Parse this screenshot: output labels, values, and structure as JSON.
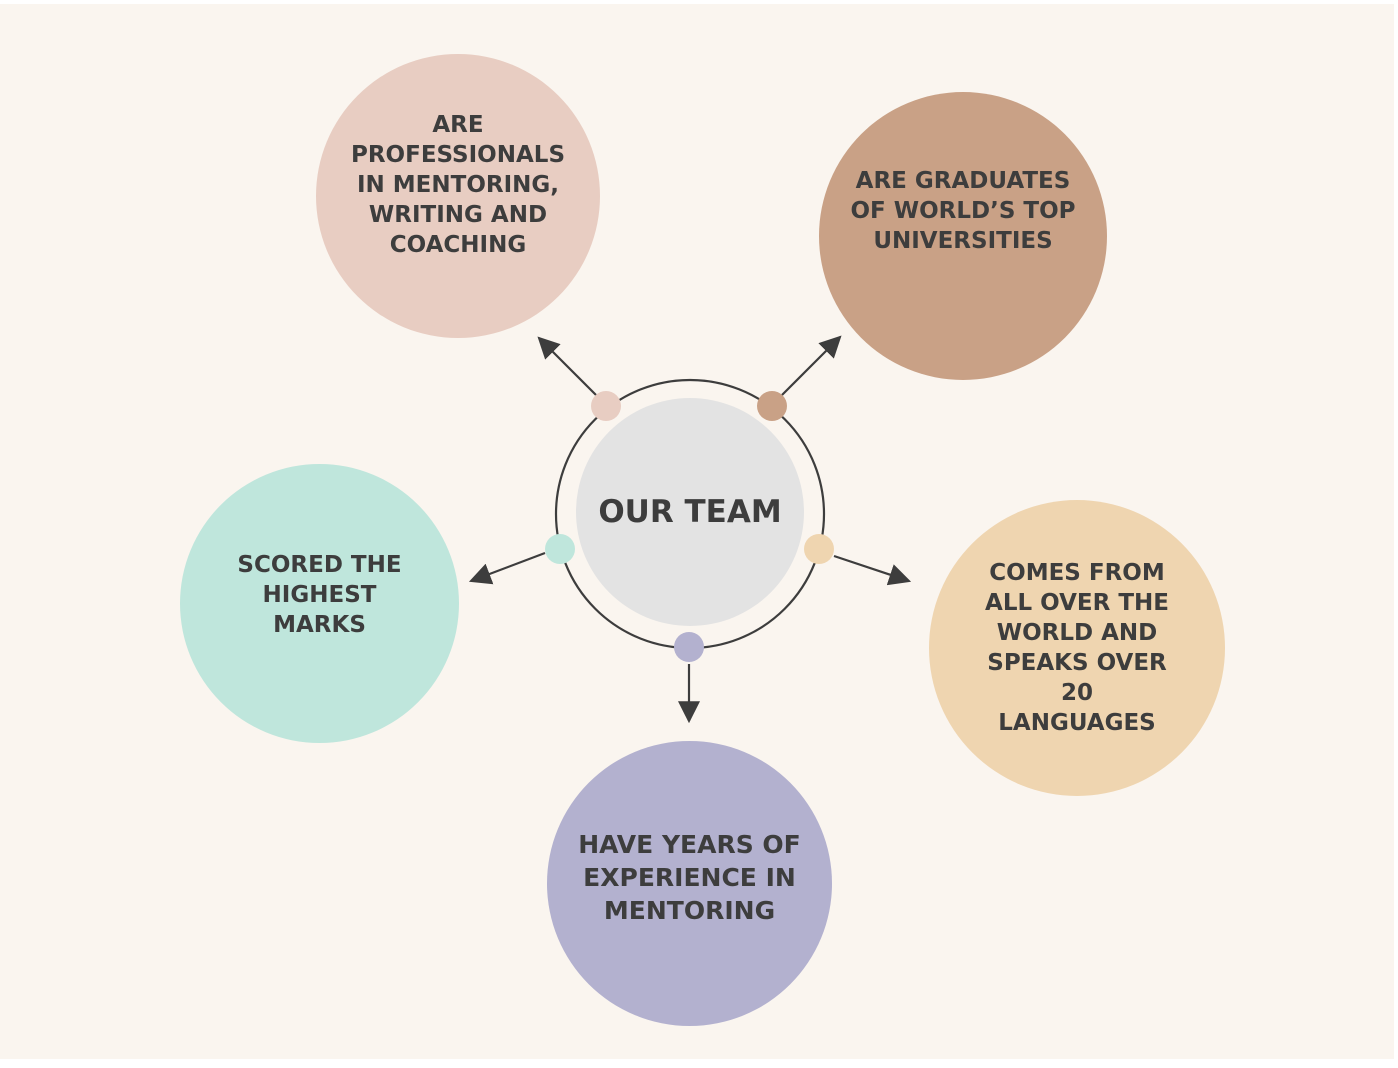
{
  "diagram": {
    "center": {
      "label": "OUR TEAM"
    },
    "nodes": [
      {
        "id": "pro",
        "label": "ARE PROFESSIONALS IN MENTORING, WRITING AND COACHING",
        "color": "#e8cdc2"
      },
      {
        "id": "grad",
        "label": "ARE GRADUATES OF WORLD’S TOP UNIVERSITIES",
        "color": "#c9a186"
      },
      {
        "id": "lang",
        "label": "COMES FROM ALL OVER THE WORLD AND SPEAKS OVER 20 LANGUAGES",
        "color": "#efd5b0"
      },
      {
        "id": "years",
        "label": "HAVE YEARS OF EXPERIENCE IN MENTORING",
        "color": "#b3b1cf"
      },
      {
        "id": "marks",
        "label": "SCORED THE HIGHEST MARKS",
        "color": "#bfe6dc"
      }
    ]
  },
  "colors": {
    "background": "#faf5ef",
    "center": "#e3e3e3",
    "ring": "#3d3d3d",
    "text": "#3d3d3d"
  }
}
